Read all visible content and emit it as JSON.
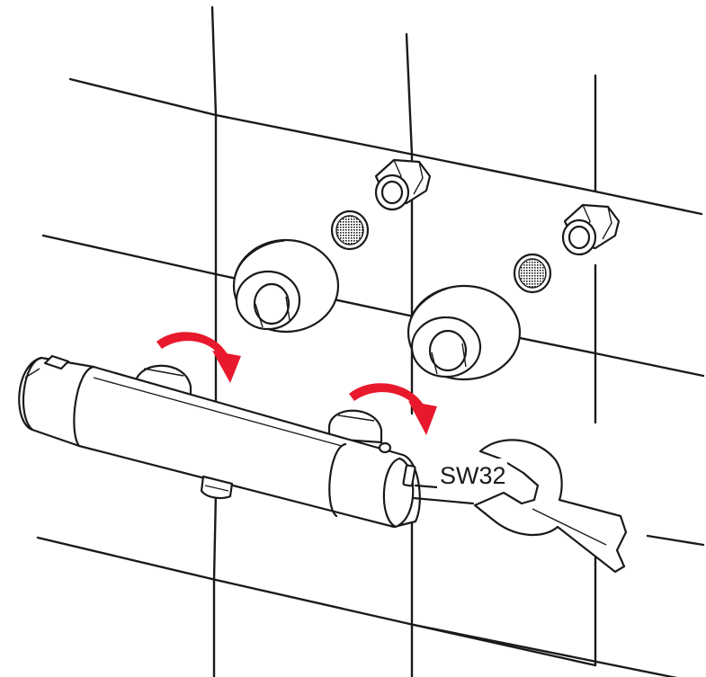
{
  "wrench_size_label": "SW32",
  "colors": {
    "line": "#1a1a1a",
    "arrow": "#e8192c",
    "background": "#ffffff"
  },
  "icons": [
    "wall-tiles",
    "pipe-connector-left",
    "pipe-connector-right",
    "filter-screen-left",
    "filter-screen-right",
    "cover-rosette-left",
    "cover-rosette-right",
    "thermostatic-mixer-bar",
    "open-end-wrench",
    "rotation-arrow-left",
    "rotation-arrow-right"
  ]
}
